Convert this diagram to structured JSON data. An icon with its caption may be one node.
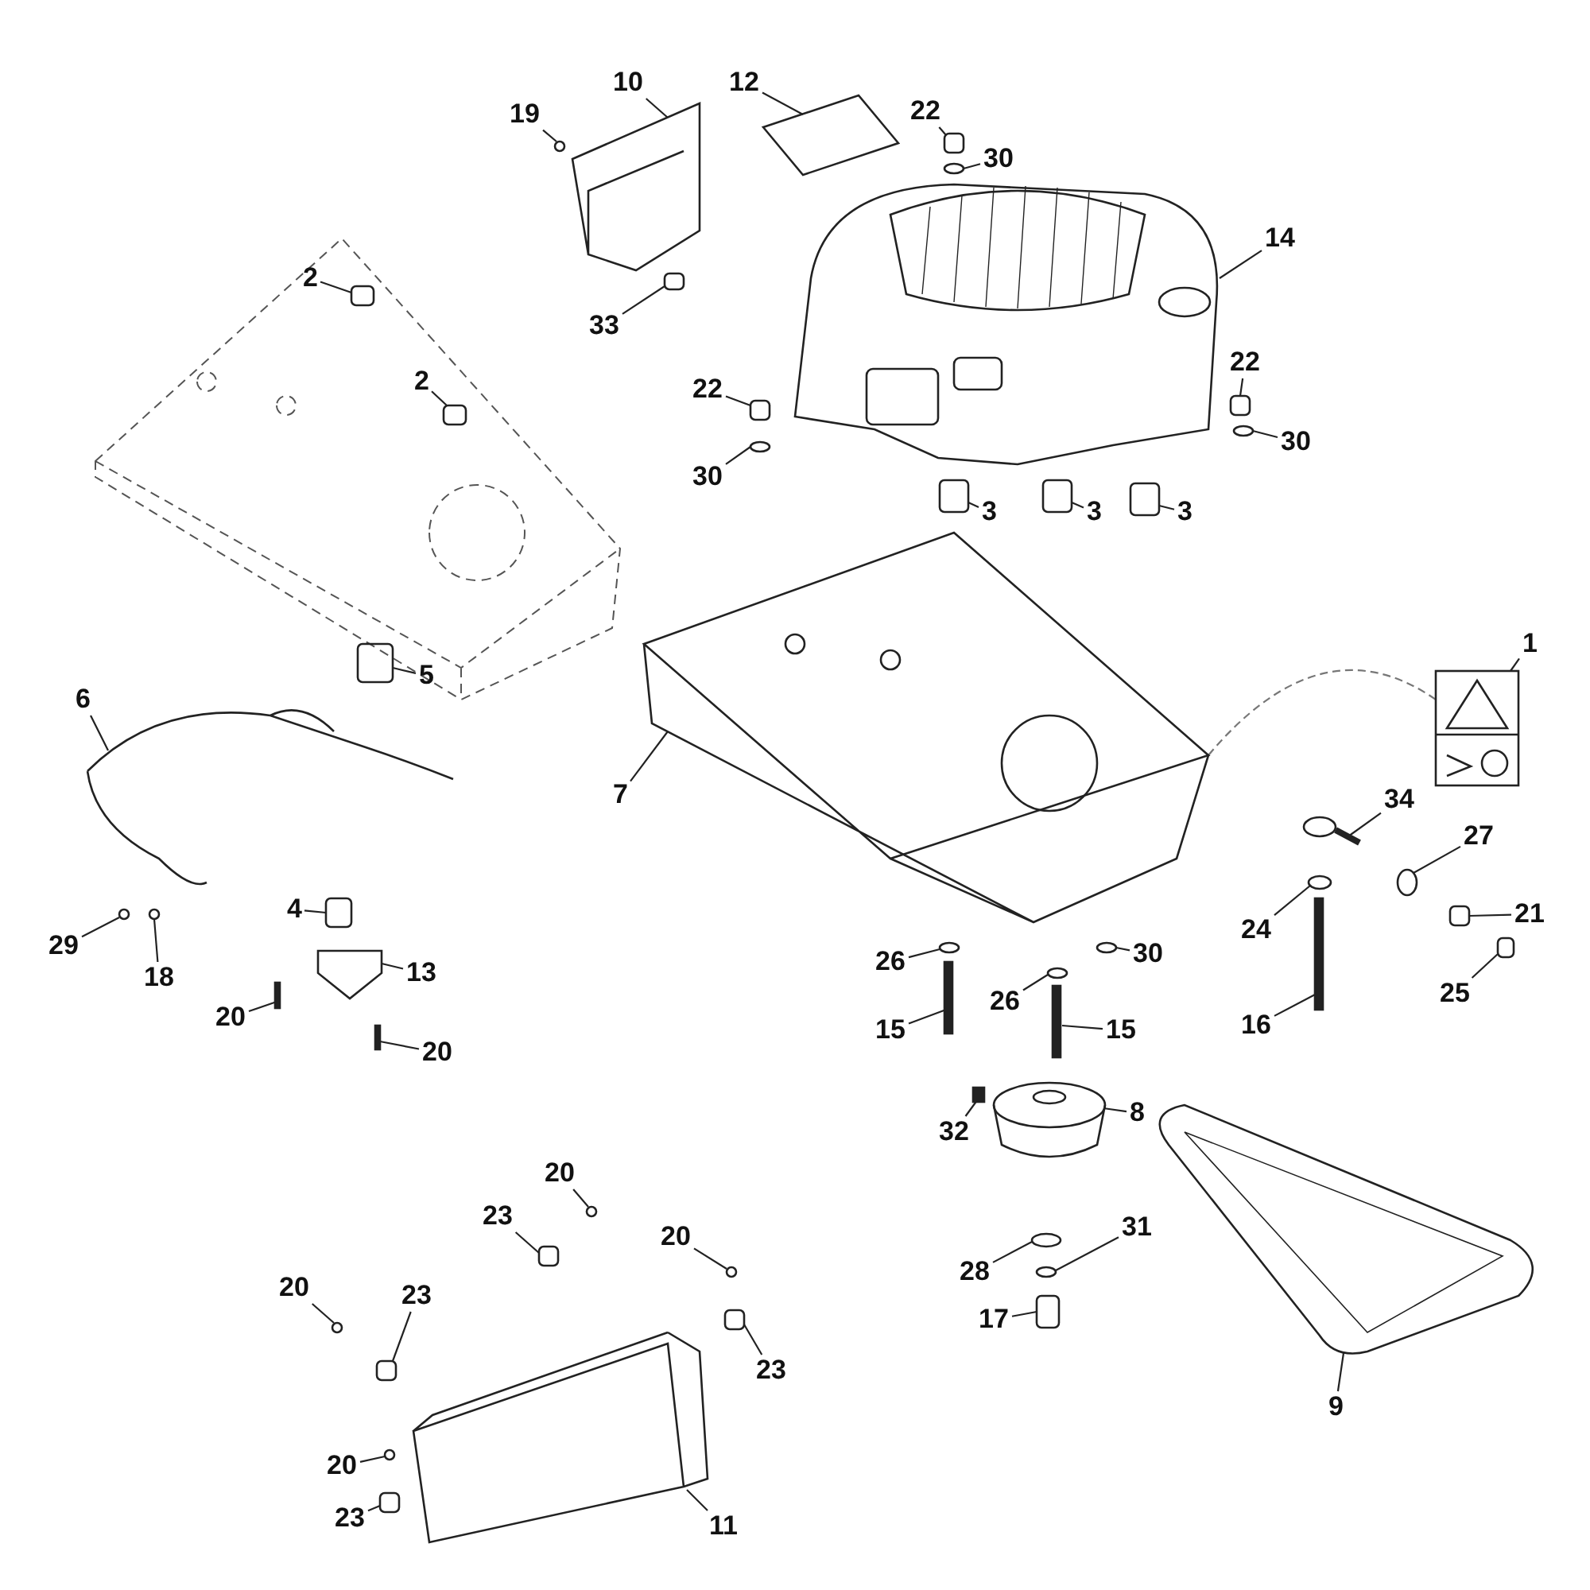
{
  "diagram": {
    "nodes": [
      {
        "text": [
          "19"
        ]
      },
      {
        "text": [
          "10"
        ]
      },
      {
        "text": [
          "12"
        ]
      },
      {
        "text": [
          "22"
        ]
      },
      {
        "text": [
          "30"
        ]
      },
      {
        "text": [
          "14"
        ]
      },
      {
        "text": [
          "33"
        ]
      },
      {
        "text": [
          "2"
        ]
      },
      {
        "text": [
          "2"
        ]
      },
      {
        "text": [
          "22"
        ]
      },
      {
        "text": [
          "22"
        ]
      },
      {
        "text": [
          "30"
        ]
      },
      {
        "text": [
          "30"
        ]
      },
      {
        "text": [
          "3"
        ]
      },
      {
        "text": [
          "3"
        ]
      },
      {
        "text": [
          "3"
        ]
      },
      {
        "text": [
          "1"
        ]
      },
      {
        "text": [
          "6"
        ]
      },
      {
        "text": [
          "5"
        ]
      },
      {
        "text": [
          "7"
        ]
      },
      {
        "text": [
          "4"
        ]
      },
      {
        "text": [
          "34"
        ]
      },
      {
        "text": [
          "27"
        ]
      },
      {
        "text": [
          "21"
        ]
      },
      {
        "text": [
          "13"
        ]
      },
      {
        "text": [
          "30"
        ]
      },
      {
        "text": [
          "26"
        ]
      },
      {
        "text": [
          "24"
        ]
      },
      {
        "text": [
          "29"
        ]
      },
      {
        "text": [
          "20"
        ]
      },
      {
        "text": [
          "18"
        ]
      },
      {
        "text": [
          "20"
        ]
      },
      {
        "text": [
          "15"
        ]
      },
      {
        "text": [
          "26"
        ]
      },
      {
        "text": [
          "15"
        ]
      },
      {
        "text": [
          "16"
        ]
      },
      {
        "text": [
          "25"
        ]
      },
      {
        "text": [
          "32"
        ]
      },
      {
        "text": [
          "8"
        ]
      },
      {
        "text": [
          "20"
        ]
      },
      {
        "text": [
          "31"
        ]
      },
      {
        "text": [
          "23"
        ]
      },
      {
        "text": [
          "20"
        ]
      },
      {
        "text": [
          "28"
        ]
      },
      {
        "text": [
          "9"
        ]
      },
      {
        "text": [
          "20"
        ]
      },
      {
        "text": [
          "23"
        ]
      },
      {
        "text": [
          "23"
        ]
      },
      {
        "text": [
          "17"
        ]
      },
      {
        "text": [
          "20"
        ]
      },
      {
        "text": [
          "23"
        ]
      },
      {
        "text": [
          "11"
        ]
      },
      {
        "text": [],
        "shape": "circle"
      },
      {
        "text": [],
        "shape": "picture"
      },
      {
        "text": [],
        "shape": "picture"
      },
      {
        "text": [],
        "shape": "box"
      },
      {
        "text": [],
        "shape": "circle"
      },
      {
        "text": [],
        "shape": "picture"
      },
      {
        "text": [],
        "shape": "box"
      },
      {
        "text": [],
        "shape": "box"
      },
      {
        "text": [],
        "shape": "box"
      },
      {
        "text": [],
        "shape": "box"
      },
      {
        "text": [],
        "shape": "box"
      },
      {
        "text": [],
        "shape": "circle"
      },
      {
        "text": [],
        "shape": "circle"
      },
      {
        "text": [],
        "shape": "box"
      },
      {
        "text": [],
        "shape": "box"
      },
      {
        "text": [],
        "shape": "box"
      },
      {
        "text": [],
        "shape": "picture"
      },
      {
        "text": [],
        "shape": "picture"
      },
      {
        "text": [],
        "shape": "box"
      },
      {
        "text": [],
        "shape": "picture"
      },
      {
        "text": [],
        "shape": "box"
      },
      {
        "text": [],
        "shape": "picture"
      },
      {
        "text": [],
        "shape": "circle"
      },
      {
        "text": [],
        "shape": "box"
      },
      {
        "text": [],
        "shape": "picture"
      },
      {
        "text": [],
        "shape": "circle"
      },
      {
        "text": [],
        "shape": "circle"
      },
      {
        "text": [],
        "shape": "circle"
      },
      {
        "text": [],
        "shape": "circle"
      },
      {
        "text": [],
        "shape": "bar"
      },
      {
        "text": [],
        "shape": "circle"
      },
      {
        "text": [],
        "shape": "bar"
      },
      {
        "text": [],
        "shape": "bar"
      },
      {
        "text": [],
        "shape": "circle"
      },
      {
        "text": [],
        "shape": "bar"
      },
      {
        "text": [],
        "shape": "bar"
      },
      {
        "text": [],
        "shape": "box"
      },
      {
        "text": [],
        "shape": "bar"
      },
      {
        "text": [],
        "shape": "picture"
      },
      {
        "text": [],
        "shape": "circle"
      },
      {
        "text": [],
        "shape": "circle"
      },
      {
        "text": [],
        "shape": "box"
      },
      {
        "text": [],
        "shape": "circle"
      },
      {
        "text": [],
        "shape": "circle"
      },
      {
        "text": [],
        "shape": "picture"
      },
      {
        "text": [],
        "shape": "circle"
      },
      {
        "text": [],
        "shape": "box"
      },
      {
        "text": [],
        "shape": "box"
      },
      {
        "text": [],
        "shape": "box"
      },
      {
        "text": [],
        "shape": "circle"
      },
      {
        "text": [],
        "shape": "box"
      },
      {
        "text": [],
        "shape": "picture"
      }
    ],
    "edges": [
      {
        "from": 0,
        "to": 52,
        "arrow": "none"
      },
      {
        "from": 1,
        "to": 53,
        "arrow": "none"
      },
      {
        "from": 2,
        "to": 54,
        "arrow": "none"
      },
      {
        "from": 3,
        "to": 55,
        "arrow": "none"
      },
      {
        "from": 4,
        "to": 56,
        "arrow": "none"
      },
      {
        "from": 5,
        "to": 57,
        "arrow": "none"
      },
      {
        "from": 6,
        "to": 58,
        "arrow": "none"
      },
      {
        "from": 7,
        "to": 59,
        "arrow": "none"
      },
      {
        "from": 8,
        "to": 60,
        "arrow": "none"
      },
      {
        "from": 9,
        "to": 61,
        "arrow": "none"
      },
      {
        "from": 10,
        "to": 62,
        "arrow": "none"
      },
      {
        "from": 11,
        "to": 63,
        "arrow": "none"
      },
      {
        "from": 12,
        "to": 64,
        "arrow": "none"
      },
      {
        "from": 13,
        "to": 65,
        "arrow": "none"
      },
      {
        "from": 14,
        "to": 66,
        "arrow": "none"
      },
      {
        "from": 15,
        "to": 67,
        "arrow": "none"
      },
      {
        "from": 16,
        "to": 68,
        "arrow": "none"
      },
      {
        "from": 17,
        "to": 69,
        "arrow": "none"
      },
      {
        "from": 18,
        "to": 70,
        "arrow": "none"
      },
      {
        "from": 19,
        "to": 71,
        "arrow": "none"
      },
      {
        "from": 20,
        "to": 72,
        "arrow": "none"
      },
      {
        "from": 21,
        "to": 73,
        "arrow": "none"
      },
      {
        "from": 22,
        "to": 74,
        "arrow": "none"
      },
      {
        "from": 23,
        "to": 75,
        "arrow": "none"
      },
      {
        "from": 24,
        "to": 76,
        "arrow": "none"
      },
      {
        "from": 25,
        "to": 77,
        "arrow": "none"
      },
      {
        "from": 26,
        "to": 78,
        "arrow": "none"
      },
      {
        "from": 27,
        "to": 79,
        "arrow": "none"
      },
      {
        "from": 28,
        "to": 80,
        "arrow": "none"
      },
      {
        "from": 29,
        "to": 81,
        "arrow": "none"
      },
      {
        "from": 30,
        "to": 82,
        "arrow": "none"
      },
      {
        "from": 31,
        "to": 83,
        "arrow": "none"
      },
      {
        "from": 32,
        "to": 84,
        "arrow": "none"
      },
      {
        "from": 33,
        "to": 85,
        "arrow": "none"
      },
      {
        "from": 34,
        "to": 86,
        "arrow": "none"
      },
      {
        "from": 35,
        "to": 87,
        "arrow": "none"
      },
      {
        "from": 36,
        "to": 88,
        "arrow": "none"
      },
      {
        "from": 37,
        "to": 89,
        "arrow": "none"
      },
      {
        "from": 38,
        "to": 90,
        "arrow": "none"
      },
      {
        "from": 39,
        "to": 91,
        "arrow": "none"
      },
      {
        "from": 40,
        "to": 92,
        "arrow": "none"
      },
      {
        "from": 41,
        "to": 93,
        "arrow": "none"
      },
      {
        "from": 42,
        "to": 94,
        "arrow": "none"
      },
      {
        "from": 43,
        "to": 95,
        "arrow": "none"
      },
      {
        "from": 44,
        "to": 96,
        "arrow": "none"
      },
      {
        "from": 45,
        "to": 97,
        "arrow": "none"
      },
      {
        "from": 46,
        "to": 98,
        "arrow": "none"
      },
      {
        "from": 47,
        "to": 99,
        "arrow": "none"
      },
      {
        "from": 48,
        "to": 100,
        "arrow": "none"
      },
      {
        "from": 49,
        "to": 101,
        "arrow": "none"
      },
      {
        "from": 50,
        "to": 102,
        "arrow": "none"
      },
      {
        "from": 51,
        "to": 103,
        "arrow": "none"
      },
      {
        "from": 71,
        "to": 68,
        "arrow": "none",
        "style": "dashed"
      }
    ]
  }
}
